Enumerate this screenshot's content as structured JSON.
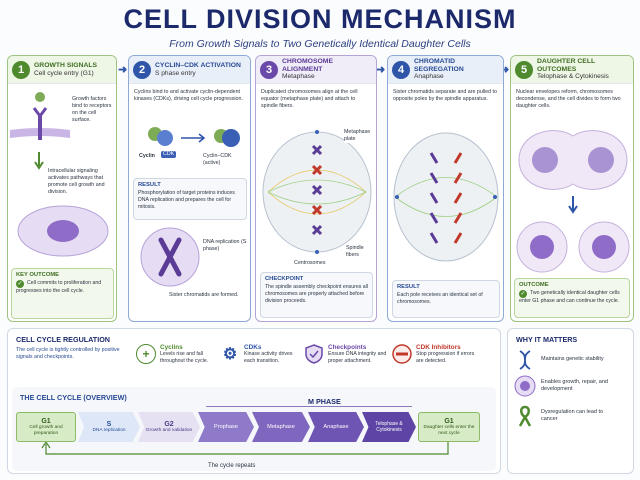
{
  "header": {
    "title": "CELL DIVISION MECHANISM",
    "subtitle": "From Growth Signals to Two Genetically Identical Daughter Cells"
  },
  "panels": [
    {
      "num": "1",
      "title": "GROWTH SIGNALS",
      "subtitle": "Cell cycle entry (G1)",
      "text1": "Growth factors bind to receptors on the cell surface.",
      "text2": "Intracellular signaling activates pathways that promote cell growth and division.",
      "box_title": "KEY OUTCOME",
      "box_text": "Cell commits to proliferation and progresses into the cell cycle."
    },
    {
      "num": "2",
      "title": "CYCLIN–CDK ACTIVATION",
      "subtitle": "S phase entry",
      "text1": "Cyclins bind to and activate cyclin-dependent kinases (CDKs), driving cell cycle progression.",
      "label_cyclin": "Cyclin",
      "label_cdk": "CDK",
      "label_complex": "Cyclin–CDK (active)",
      "box_title": "RESULT",
      "box_text": "Phosphorylation of target proteins induces DNA replication and prepares the cell for mitosis.",
      "label_dna": "DNA replication (S phase)",
      "label_sister": "Sister chromatids are formed."
    },
    {
      "num": "3",
      "title": "CHROMOSOME ALIGNMENT",
      "subtitle": "Metaphase",
      "text1": "Duplicated chromosomes align at the cell equator (metaphase plate) and attach to spindle fibers.",
      "label_plate": "Metaphase plate",
      "label_spindle": "Spindle fibers",
      "label_centro": "Centrosomes",
      "box_title": "CHECKPOINT",
      "box_text": "The spindle assembly checkpoint ensures all chromosomes are properly attached before division proceeds."
    },
    {
      "num": "4",
      "title": "CHROMATID SEGREGATION",
      "subtitle": "Anaphase",
      "text1": "Sister chromatids separate and are pulled to opposite poles by the spindle apparatus.",
      "box_title": "RESULT",
      "box_text": "Each pole receives an identical set of chromosomes."
    },
    {
      "num": "5",
      "title": "DAUGHTER CELL OUTCOMES",
      "subtitle": "Telophase & Cytokinesis",
      "text1": "Nuclear envelopes reform, chromosomes decondense, and the cell divides to form two daughter cells.",
      "box_title": "OUTCOME",
      "box_text": "Two genetically identical daughter cells enter G1 phase and can continue the cycle."
    }
  ],
  "regulation": {
    "title": "CELL CYCLE REGULATION",
    "desc": "The cell cycle is tightly controlled by positive signals and checkpoints.",
    "items": [
      {
        "title": "Cyclins",
        "desc": "Levels rise and fall throughout the cycle.",
        "color": "#4f8a2e"
      },
      {
        "title": "CDKs",
        "desc": "Kinase activity drives each transition.",
        "color": "#2e55a8"
      },
      {
        "title": "Checkpoints",
        "desc": "Ensure DNA integrity and proper attachment.",
        "color": "#6a49a8"
      },
      {
        "title": "CDK Inhibitors",
        "desc": "Stop progression if errors are detected.",
        "color": "#c0392b"
      }
    ]
  },
  "overview": {
    "title": "THE CELL CYCLE (OVERVIEW)",
    "mphase": "M PHASE",
    "stages": [
      {
        "name": "G1",
        "desc": "Cell growth and preparation"
      },
      {
        "name": "S",
        "desc": "DNA replication"
      },
      {
        "name": "G2",
        "desc": "Growth and validation"
      },
      {
        "name": "Prophase",
        "desc": ""
      },
      {
        "name": "Metaphase",
        "desc": ""
      },
      {
        "name": "Anaphase",
        "desc": ""
      },
      {
        "name": "Telophase & Cytokinesis",
        "desc": ""
      },
      {
        "name": "G1",
        "desc": "Daughter cells enter the next cycle"
      }
    ],
    "repeat": "The cycle repeats"
  },
  "why": {
    "title": "WHY IT MATTERS",
    "items": [
      {
        "text": "Maintains genetic stability",
        "icon": "dna-icon"
      },
      {
        "text": "Enables growth, repair, and development",
        "icon": "cell-icon"
      },
      {
        "text": "Dysregulation can lead to cancer",
        "icon": "ribbon-icon"
      }
    ]
  }
}
